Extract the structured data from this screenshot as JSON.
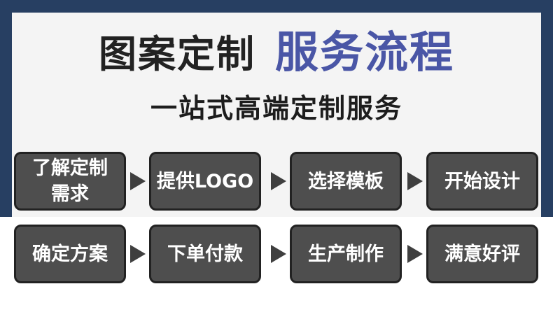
{
  "header": {
    "title_part1": "图案定制",
    "title_part2": "服务流程",
    "subtitle": "一站式高端定制服务"
  },
  "steps_row1": [
    {
      "label": "了解定制需求"
    },
    {
      "label": "提供LOGO"
    },
    {
      "label": "选择模板"
    },
    {
      "label": "开始设计"
    }
  ],
  "steps_row2": [
    {
      "label": "确定方案"
    },
    {
      "label": "下单付款"
    },
    {
      "label": "生产制作"
    },
    {
      "label": "满意好评"
    }
  ],
  "colors": {
    "frame": "#273f62",
    "title_accent": "#4a56a6",
    "step_fill": "#4e4e4e",
    "step_border": "#222222"
  },
  "icons": {
    "arrow": "arrow-right-icon"
  }
}
